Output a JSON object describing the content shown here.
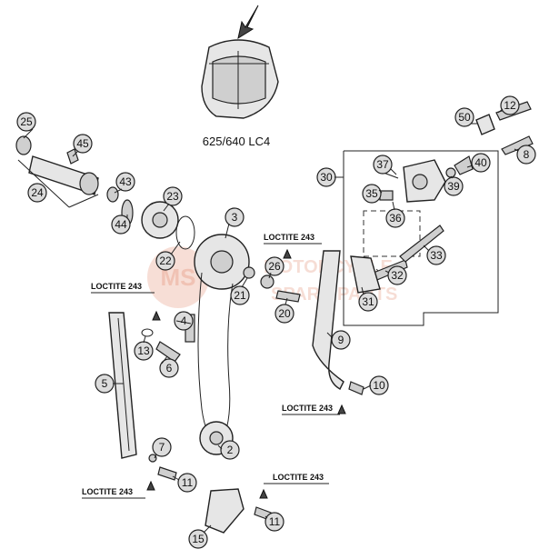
{
  "engine_label": "625/640 LC4",
  "loctite_label": "LOCTITE 243",
  "watermark": {
    "logo_letters": "MS",
    "text_line1": "MOTORCYCLE",
    "text_line2": "SPARE PARTS"
  },
  "callouts": [
    {
      "id": "c2",
      "label": "2"
    },
    {
      "id": "c3",
      "label": "3"
    },
    {
      "id": "c4",
      "label": "4"
    },
    {
      "id": "c5",
      "label": "5"
    },
    {
      "id": "c6",
      "label": "6"
    },
    {
      "id": "c7",
      "label": "7"
    },
    {
      "id": "c8",
      "label": "8"
    },
    {
      "id": "c9",
      "label": "9"
    },
    {
      "id": "c10",
      "label": "10"
    },
    {
      "id": "c11a",
      "label": "11"
    },
    {
      "id": "c11b",
      "label": "11"
    },
    {
      "id": "c12",
      "label": "12"
    },
    {
      "id": "c13",
      "label": "13"
    },
    {
      "id": "c15",
      "label": "15"
    },
    {
      "id": "c20",
      "label": "20"
    },
    {
      "id": "c21",
      "label": "21"
    },
    {
      "id": "c22",
      "label": "22"
    },
    {
      "id": "c23",
      "label": "23"
    },
    {
      "id": "c24",
      "label": "24"
    },
    {
      "id": "c25",
      "label": "25"
    },
    {
      "id": "c26",
      "label": "26"
    },
    {
      "id": "c30",
      "label": "30"
    },
    {
      "id": "c31",
      "label": "31"
    },
    {
      "id": "c32",
      "label": "32"
    },
    {
      "id": "c33",
      "label": "33"
    },
    {
      "id": "c35",
      "label": "35"
    },
    {
      "id": "c36",
      "label": "36"
    },
    {
      "id": "c37",
      "label": "37"
    },
    {
      "id": "c39",
      "label": "39"
    },
    {
      "id": "c40",
      "label": "40"
    },
    {
      "id": "c43",
      "label": "43"
    },
    {
      "id": "c44",
      "label": "44"
    },
    {
      "id": "c45",
      "label": "45"
    },
    {
      "id": "c50",
      "label": "50"
    }
  ]
}
